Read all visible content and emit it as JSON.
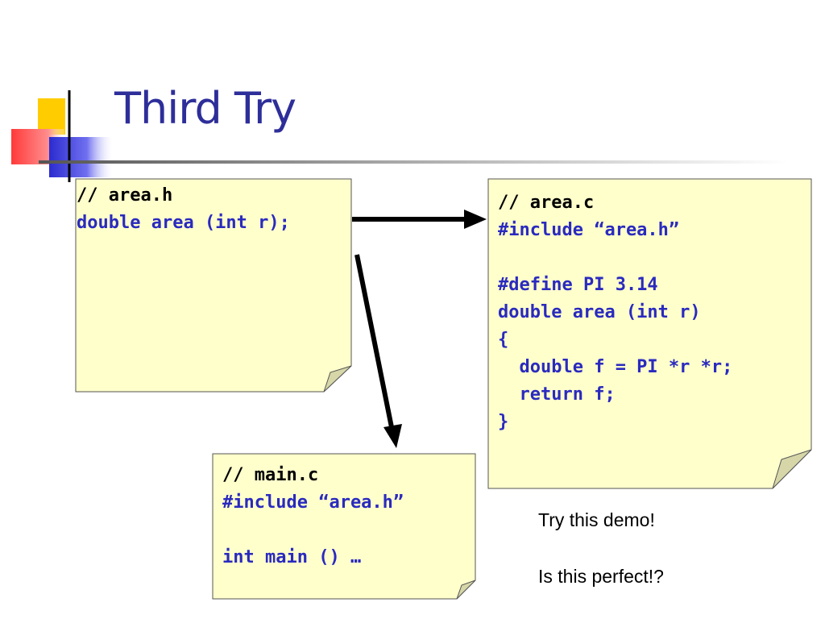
{
  "slide": {
    "title": "Third Try"
  },
  "notes": {
    "area_h": {
      "lines": [
        {
          "text": "// area.h",
          "style": "comment"
        },
        {
          "text": "double area (int r);",
          "style": "code"
        }
      ]
    },
    "area_c": {
      "lines": [
        {
          "text": "// area.c",
          "style": "comment"
        },
        {
          "text": "#include “area.h”",
          "style": "code"
        },
        {
          "text": "",
          "style": "code"
        },
        {
          "text": "#define PI 3.14",
          "style": "code"
        },
        {
          "text": "double area (int r)",
          "style": "code"
        },
        {
          "text": "{",
          "style": "code"
        },
        {
          "text": "  double f = PI *r *r;",
          "style": "code"
        },
        {
          "text": "  return f;",
          "style": "code"
        },
        {
          "text": "}",
          "style": "code"
        }
      ]
    },
    "main_c": {
      "lines": [
        {
          "text": "// main.c",
          "style": "comment"
        },
        {
          "text": "#include “area.h”",
          "style": "code"
        },
        {
          "text": "",
          "style": "code"
        },
        {
          "text": "int main () …",
          "style": "code"
        }
      ]
    }
  },
  "captions": {
    "demo": "Try this demo!",
    "perfect": "Is this perfect!?"
  },
  "colors": {
    "title": "#2e2e9a",
    "code": "#2a2abf",
    "note_fill": "#ffffcc",
    "note_fold": "#d6d6a8"
  }
}
